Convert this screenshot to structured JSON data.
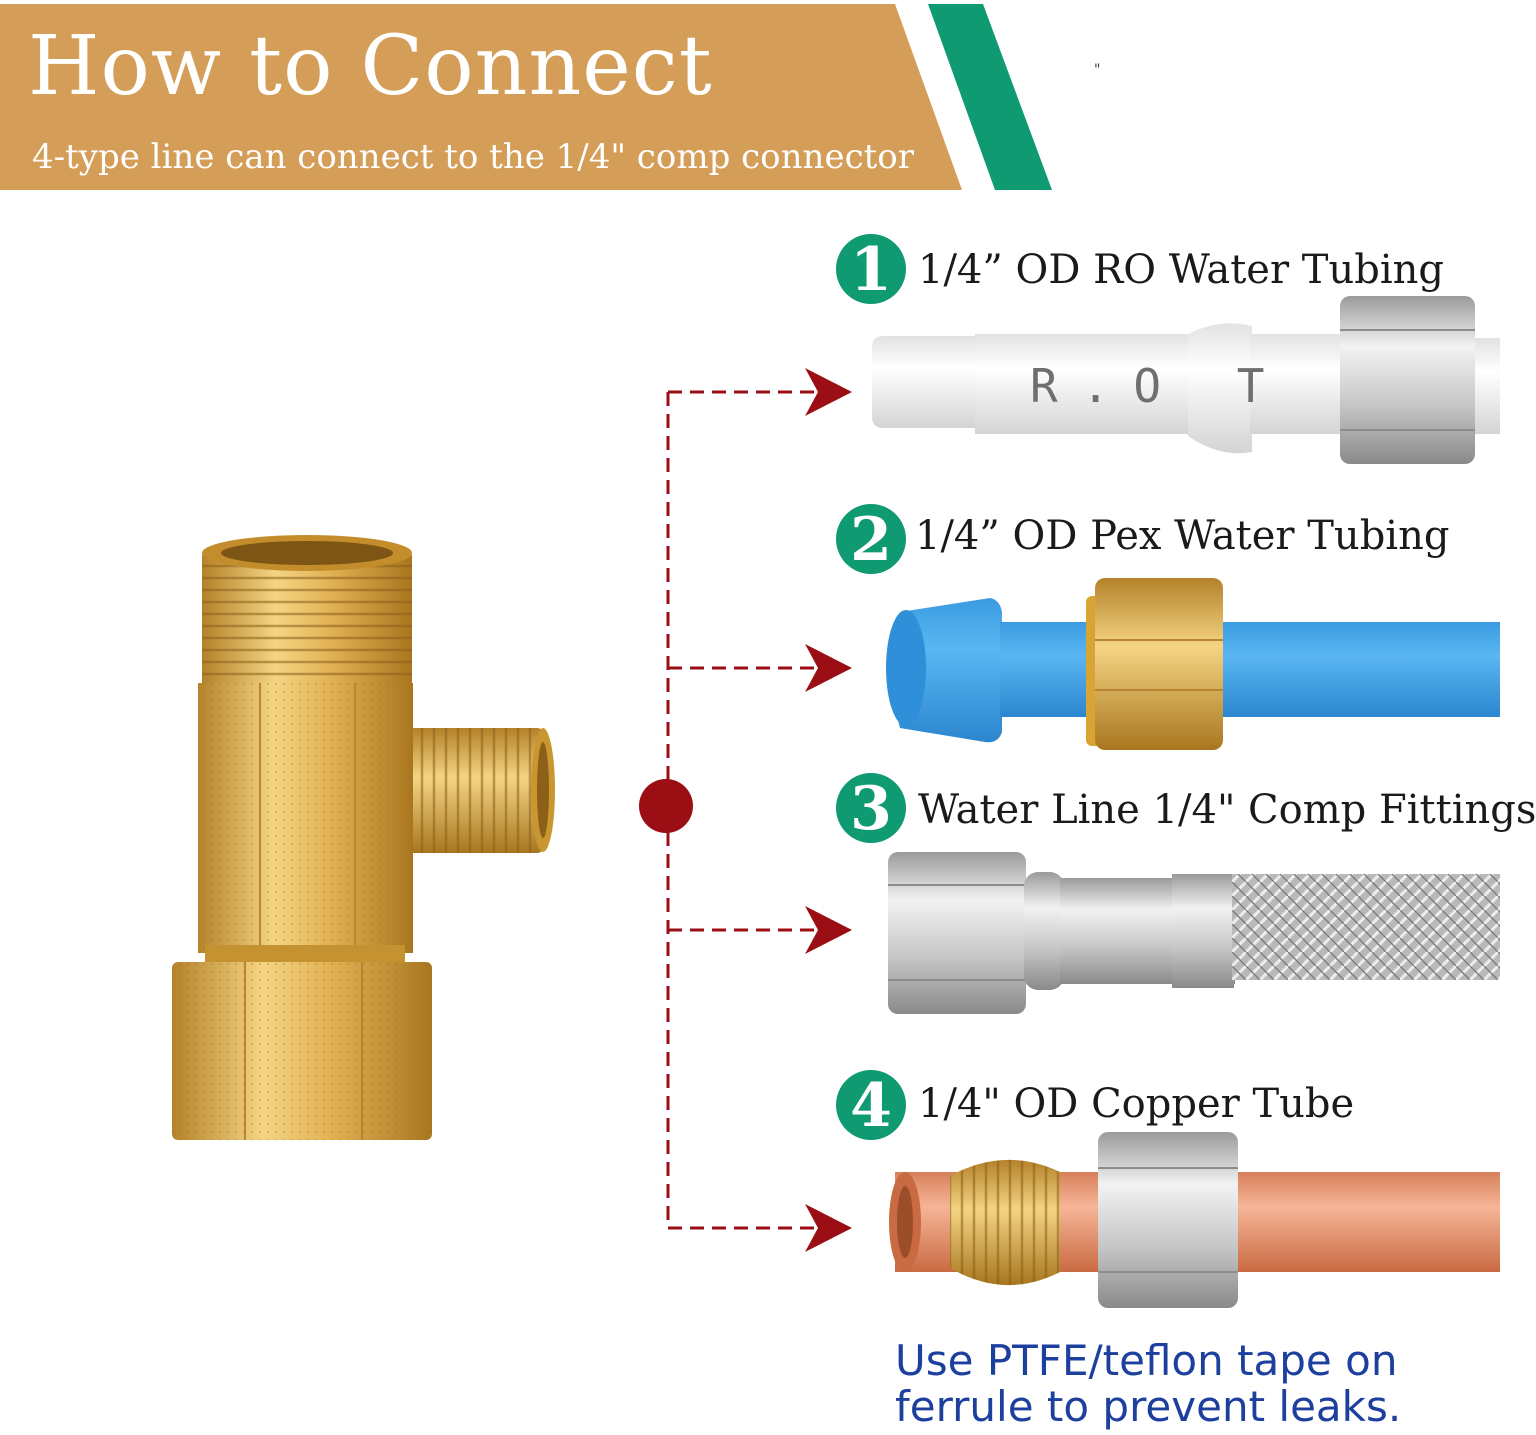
{
  "header": {
    "title": "How to Connect",
    "subtitle": "4-type line can connect to the 1/4\" comp connector",
    "stray_mark": "\""
  },
  "colors": {
    "banner_gold": "#d49d58",
    "stripe_green": "#0f9a72",
    "badge_green": "#0f9a72",
    "connector_red": "#9a0e14",
    "note_blue": "#1d3f9e"
  },
  "items": [
    {
      "number": "1",
      "label": "1/4” OD RO Water Tubing",
      "printed_on_tube": "R.O T"
    },
    {
      "number": "2",
      "label": "1/4” OD Pex Water Tubing"
    },
    {
      "number": "3",
      "label": "Water Line 1/4\" Comp Fittings"
    },
    {
      "number": "4",
      "label": "1/4\" OD Copper Tube"
    }
  ],
  "note": {
    "line1": "Use PTFE/teflon tape on",
    "line2": "ferrule to prevent leaks."
  },
  "icons": [
    "brass-tee-adapter-icon",
    "ro-tubing-icon",
    "pex-tubing-icon",
    "braided-hose-icon",
    "copper-tube-icon",
    "arrow-icon"
  ]
}
